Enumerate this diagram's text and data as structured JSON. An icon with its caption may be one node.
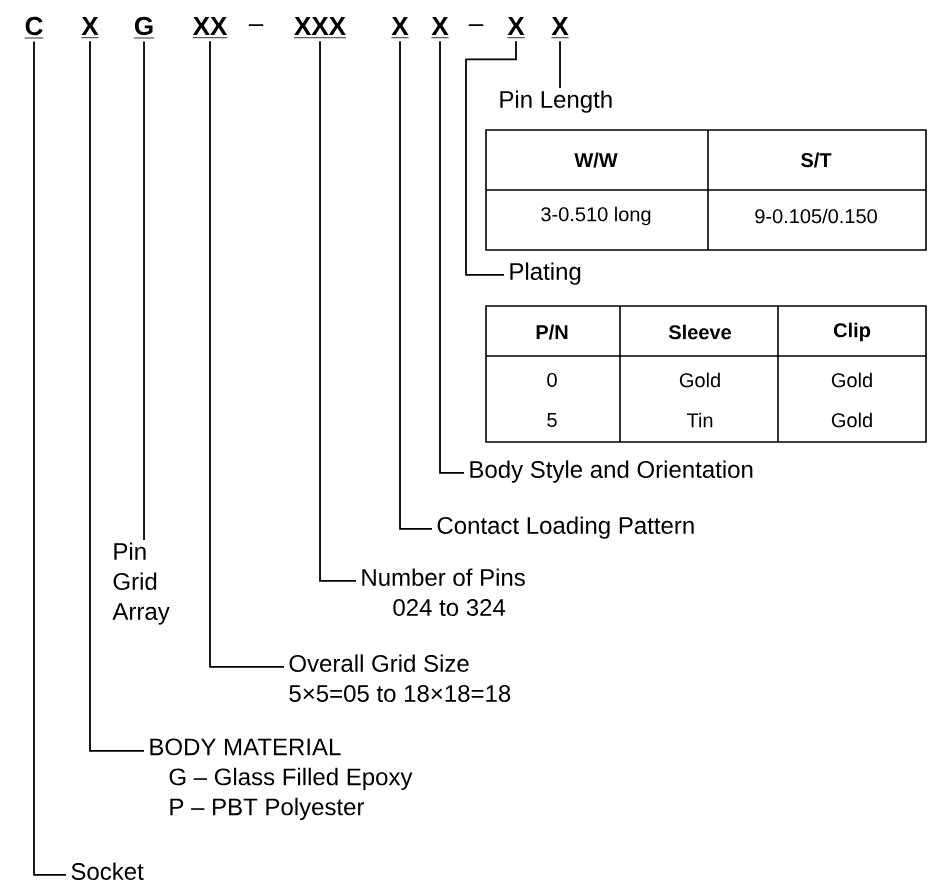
{
  "diagram": {
    "nodes": [
      {
        "text": [
          "C"
        ]
      },
      {
        "text": [
          "X"
        ]
      },
      {
        "text": [
          "G"
        ]
      },
      {
        "text": [
          "XX"
        ]
      },
      {
        "text": [
          "XXX"
        ]
      },
      {
        "text": [
          "X"
        ]
      },
      {
        "text": [
          "X"
        ]
      },
      {
        "text": [
          "X"
        ]
      },
      {
        "text": [
          "X"
        ]
      },
      {
        "text": [
          "Pin Length"
        ]
      },
      {
        "text": [
          "Plating"
        ]
      },
      {
        "text": [
          "Body Style and Orientation"
        ]
      },
      {
        "text": [
          "Contact Loading Pattern"
        ]
      },
      {
        "text": [
          "Number of Pins",
          "024 to 324"
        ]
      },
      {
        "text": [
          "Pin Grid Array"
        ]
      },
      {
        "text": [
          "Overall Grid Size",
          "5×5=05 to 18×18=18"
        ]
      },
      {
        "text": [
          "BODY MATERIAL",
          "G – Glass Filled Epoxy",
          "P – PBT Polyester"
        ]
      },
      {
        "text": [
          "Socket"
        ]
      }
    ],
    "edges": [
      {
        "from": 0,
        "to": 17,
        "arrow": "none"
      },
      {
        "from": 1,
        "to": 16,
        "arrow": "none"
      },
      {
        "from": 2,
        "to": 14,
        "arrow": "none"
      },
      {
        "from": 3,
        "to": 15,
        "arrow": "none"
      },
      {
        "from": 4,
        "to": 13,
        "arrow": "none"
      },
      {
        "from": 5,
        "to": 12,
        "arrow": "none"
      },
      {
        "from": 6,
        "to": 11,
        "arrow": "none"
      },
      {
        "from": 7,
        "to": 10,
        "arrow": "none"
      },
      {
        "from": 8,
        "to": 9,
        "arrow": "none"
      }
    ],
    "labels": [
      "–",
      "–",
      "W/W",
      "S/T",
      "3-0.510 long",
      "9-0.105/0.150",
      "P/N",
      "Sleeve",
      "Clip",
      "0",
      "Gold",
      "Gold",
      "5",
      "Tin",
      "Gold"
    ]
  }
}
